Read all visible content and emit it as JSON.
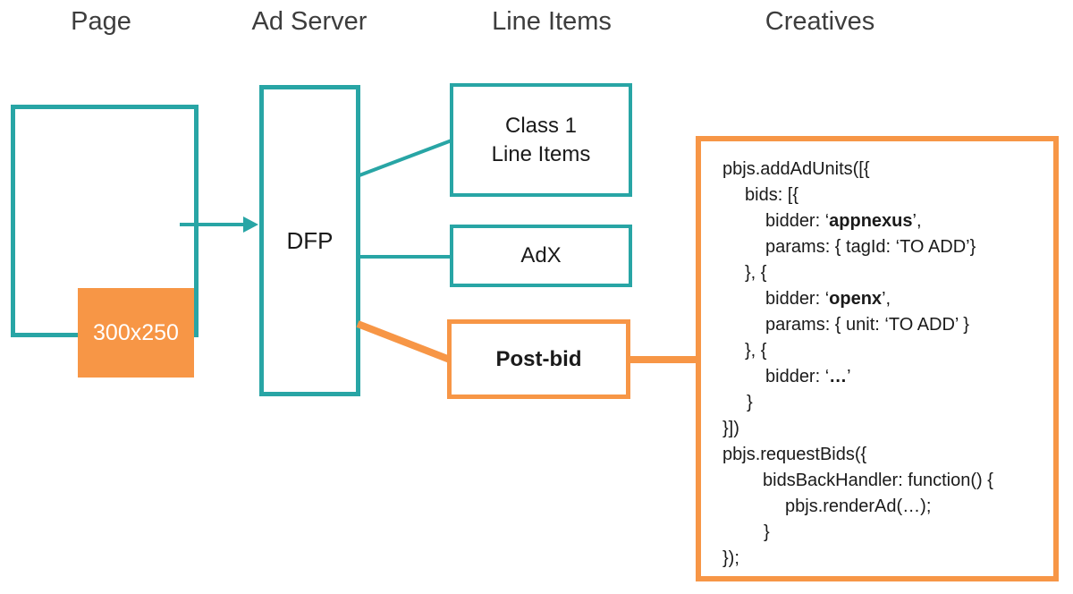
{
  "headers": [
    {
      "label": "Page"
    },
    {
      "label": "Ad Server"
    },
    {
      "label": "Line Items"
    },
    {
      "label": "Creatives"
    }
  ],
  "page": {
    "ad_slot_label": "300x250"
  },
  "ad_server": {
    "label": "DFP"
  },
  "line_items": {
    "class1_line1": "Class 1",
    "class1_line2": "Line Items",
    "adx_label": "AdX",
    "postbid_label": "Post-bid"
  },
  "creatives": {
    "code_lines": [
      {
        "indent": 0,
        "parts": [
          {
            "t": "pbjs.addAdUnits([{"
          }
        ]
      },
      {
        "indent": 25,
        "parts": [
          {
            "t": "bids: [{"
          }
        ]
      },
      {
        "indent": 48,
        "parts": [
          {
            "t": "bidder: ‘"
          },
          {
            "t": "appnexus",
            "b": true
          },
          {
            "t": "’,"
          }
        ]
      },
      {
        "indent": 48,
        "parts": [
          {
            "t": "params: { tagId: ‘TO ADD’}"
          }
        ]
      },
      {
        "indent": 25,
        "parts": [
          {
            "t": "}, {"
          }
        ]
      },
      {
        "indent": 48,
        "parts": [
          {
            "t": "bidder: ‘"
          },
          {
            "t": "openx",
            "b": true
          },
          {
            "t": "’,"
          }
        ]
      },
      {
        "indent": 48,
        "parts": [
          {
            "t": "params: { unit: ‘TO ADD’ }"
          }
        ]
      },
      {
        "indent": 25,
        "parts": [
          {
            "t": "}, {"
          }
        ]
      },
      {
        "indent": 48,
        "parts": [
          {
            "t": "bidder: ‘"
          },
          {
            "t": "…",
            "b": true
          },
          {
            "t": "’"
          }
        ]
      },
      {
        "indent": 27,
        "parts": [
          {
            "t": "}"
          }
        ]
      },
      {
        "indent": 0,
        "parts": [
          {
            "t": "}])"
          }
        ]
      },
      {
        "indent": 0,
        "parts": [
          {
            "t": "pbjs.requestBids({"
          }
        ]
      },
      {
        "indent": 45,
        "parts": [
          {
            "t": "bidsBackHandler: function() {"
          }
        ]
      },
      {
        "indent": 70,
        "parts": [
          {
            "t": "pbjs.renderAd(…);"
          }
        ]
      },
      {
        "indent": 46,
        "parts": [
          {
            "t": "}"
          }
        ]
      },
      {
        "indent": 0,
        "parts": [
          {
            "t": "});"
          }
        ]
      }
    ]
  },
  "connections": [
    {
      "from": "300x250 ad slot",
      "to": "DFP",
      "style": "teal-arrow"
    },
    {
      "from": "DFP",
      "to": "Class 1 Line Items",
      "style": "teal-line"
    },
    {
      "from": "DFP",
      "to": "AdX",
      "style": "teal-line"
    },
    {
      "from": "DFP",
      "to": "Post-bid",
      "style": "orange-line"
    },
    {
      "from": "Post-bid",
      "to": "Creatives code",
      "style": "orange-line"
    }
  ],
  "colors": {
    "teal": "#28A5A5",
    "orange": "#F79646",
    "header_text": "#3D3D3D",
    "label_text": "#1A1A1A",
    "slot_text": "#FFFFFF"
  }
}
